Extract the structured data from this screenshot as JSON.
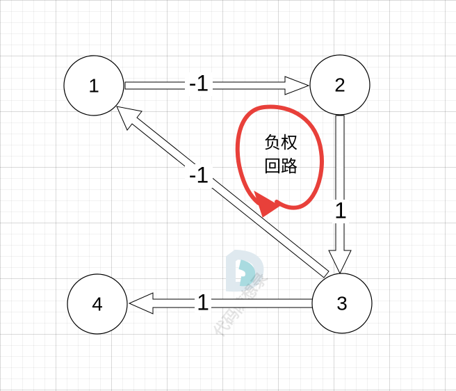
{
  "colors": {
    "loop": "#e8403a",
    "watermark_a": "#dfe9ef",
    "watermark_b": "#a9dbe0"
  },
  "nodes": [
    {
      "id": "1",
      "label": "1"
    },
    {
      "id": "2",
      "label": "2"
    },
    {
      "id": "3",
      "label": "3"
    },
    {
      "id": "4",
      "label": "4"
    }
  ],
  "edges": [
    {
      "from": "1",
      "to": "2",
      "weight": "-1"
    },
    {
      "from": "2",
      "to": "3",
      "weight": "1"
    },
    {
      "from": "3",
      "to": "1",
      "weight": "-1"
    },
    {
      "from": "3",
      "to": "4",
      "weight": "1"
    }
  ],
  "note": {
    "line1": "负权",
    "line2": "回路"
  },
  "watermark": {
    "text": "代码随想录",
    "icon": "d-logo-icon"
  }
}
